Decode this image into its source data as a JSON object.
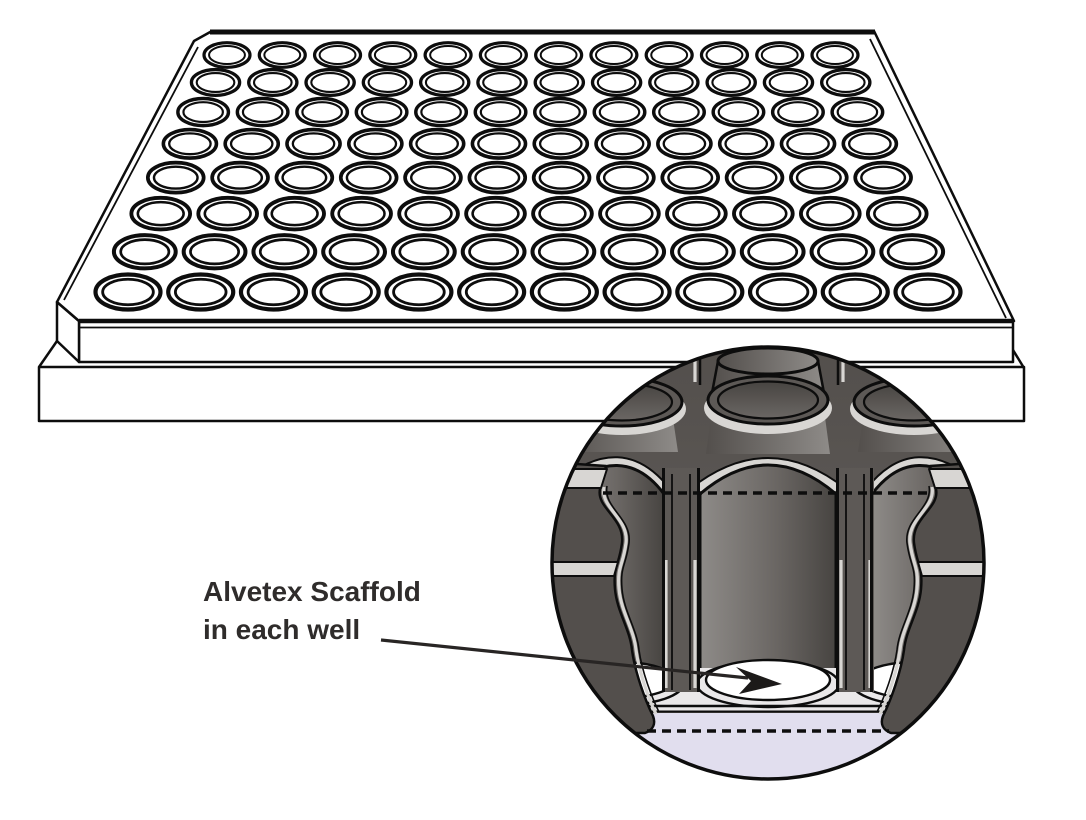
{
  "diagram": {
    "type": "well-plate-cutaway-illustration",
    "plate": {
      "name": "96-well plate",
      "rows": 8,
      "columns": 12,
      "well_count": 96
    },
    "inset": {
      "shows": "magnified cutaway cross-section of wells",
      "visible_cut_wells": 3,
      "scaffold_per_well": 1
    },
    "label": {
      "line1": "Alvetex Scaffold",
      "line2": "in each well"
    },
    "colors": {
      "line": "#0d0d0d",
      "plate_fill": "#ffffff",
      "deck_dark": "#5d5956",
      "wall_dark": "#534f4c",
      "interior_light": "#8e8b88",
      "interior_mid": "#6b6764",
      "interior_dark": "#474441",
      "cut_light": "#d8d6d3",
      "floor_light": "#eae8e9",
      "scaffold_white": "#ffffff",
      "membrane_lavender": "#e1deee",
      "label_color": "#2f2c2b"
    }
  }
}
